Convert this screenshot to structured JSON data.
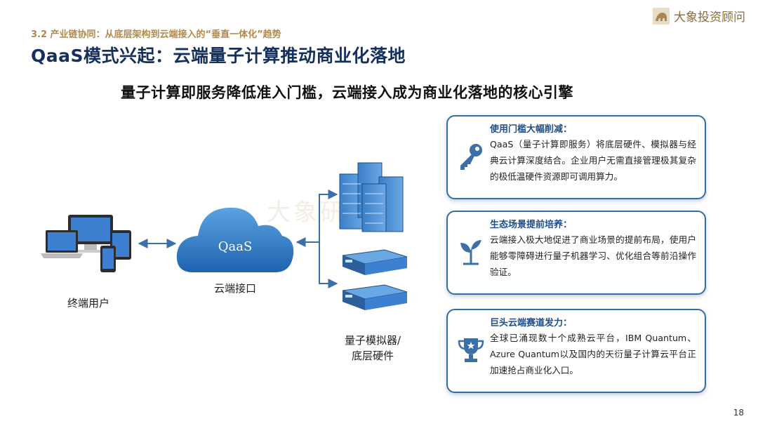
{
  "header": {
    "section": "3.2 产业链协同：从底层架构到云端接入的“垂直一体化”趋势",
    "title": "QaaS模式兴起：云端量子计算推动商业化落地",
    "brand": "大象投资顾问"
  },
  "subtitle": "量子计算即服务降低准入门槛，云端接入成为商业化落地的核心引擎",
  "diagram": {
    "terminal_label": "终端用户",
    "cloud_text": "QaaS",
    "cloud_label": "云端接口",
    "hardware_label_1": "量子模拟器/",
    "hardware_label_2": "底层硬件"
  },
  "cards": [
    {
      "icon": "key-icon",
      "title": "使用门槛大幅削减：",
      "body": "QaaS（量子计算即服务）将底层硬件、模拟器与经典云计算深度结合。企业用户无需直接管理极其复杂的极低温硬件资源即可调用算力。"
    },
    {
      "icon": "seedling-icon",
      "title": "生态场景提前培养：",
      "body": "云端接入极大地促进了商业场景的提前布局，使用户能够零障碍进行量子机器学习、优化组合等前沿操作验证。"
    },
    {
      "icon": "trophy-icon",
      "title": "巨头云端赛道发力：",
      "body": "全球已涌现数十个成熟云平台，IBM Quantum、Azure Quantum以及国内的天衍量子计算云平台正加速抢占商业化入口。"
    }
  ],
  "watermark": "大象研究院",
  "page_number": "18",
  "colors": {
    "title": "#15305c",
    "accent": "#2f6fa8",
    "gold": "#b08a4a"
  }
}
